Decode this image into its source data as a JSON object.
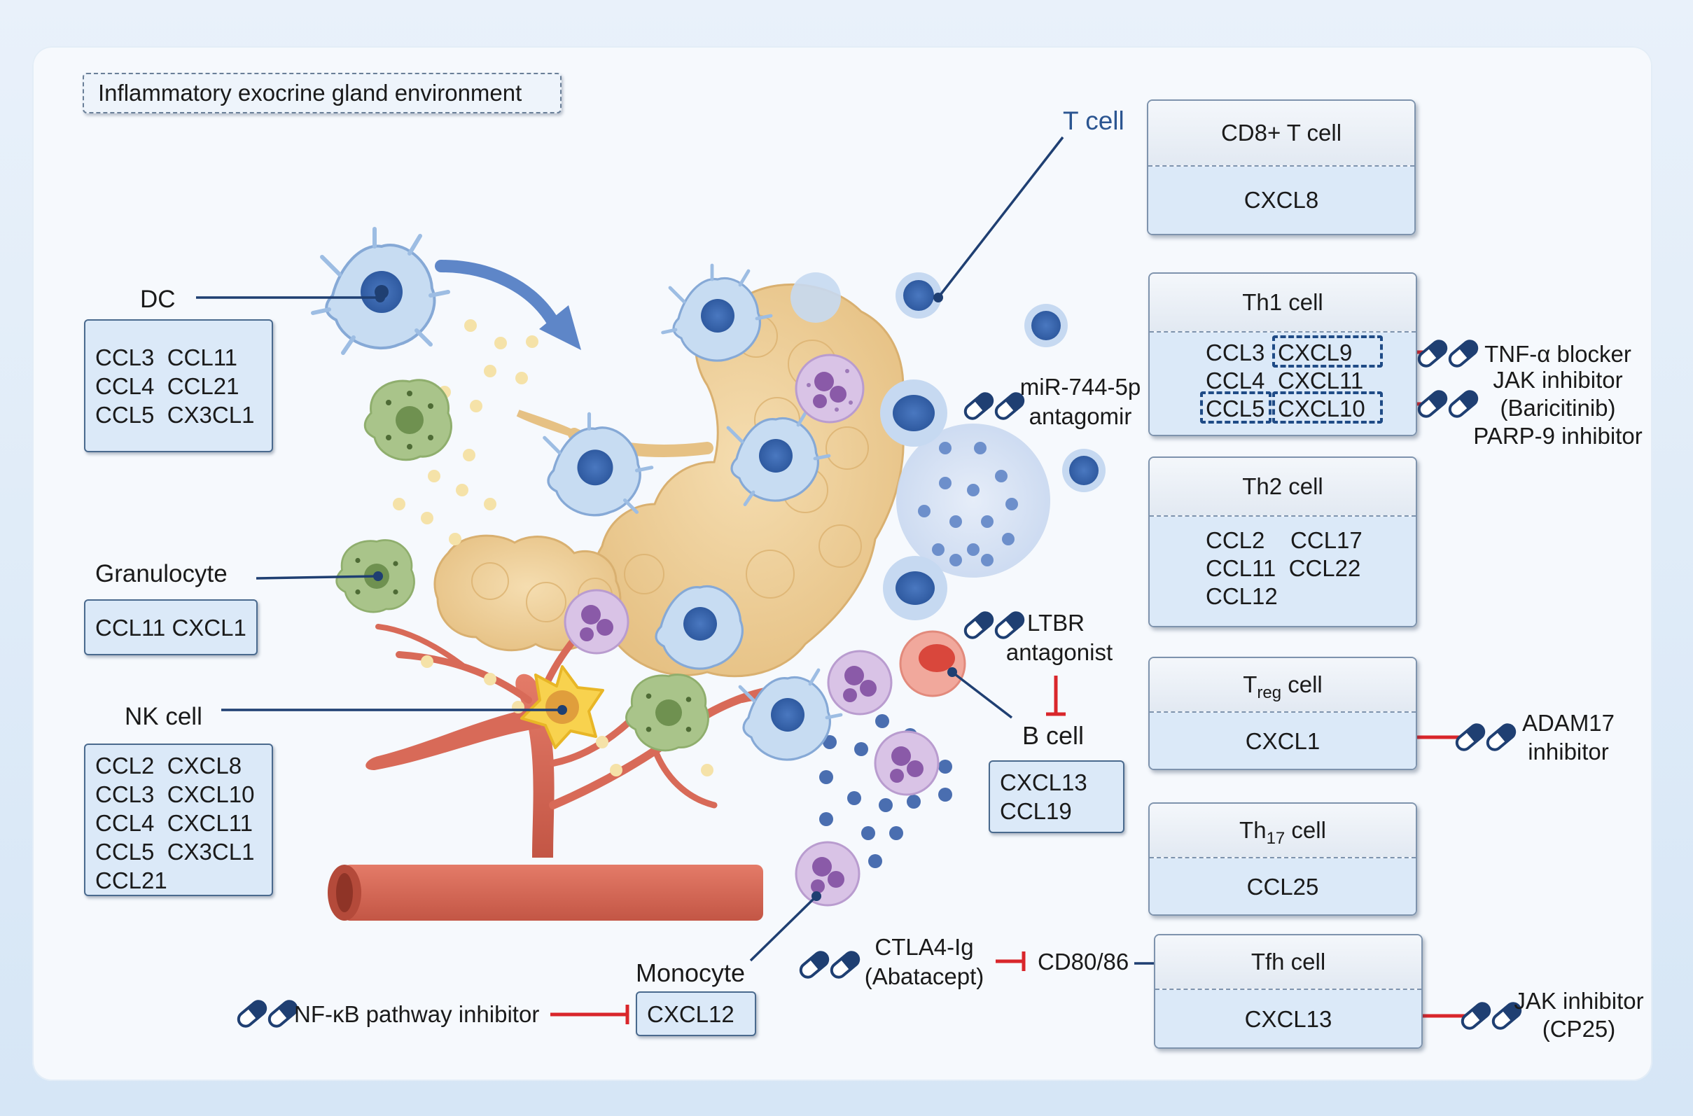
{
  "title": "Inflammatory exocrine gland environment",
  "colors": {
    "inhibit": "#d9262b",
    "line": "#1f3f72",
    "gland": "#efcf95",
    "vessel": "#d86a58",
    "box": "#dbe9f8"
  },
  "left_cells": {
    "dc": {
      "label": "DC",
      "chemokines": [
        "CCL3  CCL11",
        "CCL4  CCL21",
        "CCL5  CX3CL1"
      ]
    },
    "granulocyte": {
      "label": "Granulocyte",
      "chemokines": [
        "CCL11 CXCL1"
      ]
    },
    "nk": {
      "label": "NK cell",
      "chemokines": [
        "CCL2  CXCL8",
        "CCL3  CXCL10",
        "CCL4  CXCL11",
        "CCL5  CX3CL1",
        "CCL21"
      ]
    }
  },
  "t_cell_label": "T cell",
  "b_cell": {
    "label": "B cell",
    "chemokines": [
      "CXCL13",
      "CCL19"
    ]
  },
  "monocyte": {
    "label": "Monocyte",
    "chemokines": [
      "CXCL12"
    ]
  },
  "t_subsets": {
    "cd8": {
      "name": "CD8+ T cell",
      "chemokines": [
        "CXCL8"
      ]
    },
    "th1": {
      "name": "Th1 cell",
      "r1a": "CCL3",
      "r1b": "CXCL9",
      "r2a": "CCL4",
      "r2b": "CXCL11",
      "r3a": "CCL5",
      "r3b": "CXCL10"
    },
    "th2": {
      "name": "Th2 cell",
      "chemokines": [
        "CCL2    CCL17",
        "CCL11  CCL22",
        "CCL12"
      ]
    },
    "treg": {
      "name_main": "T",
      "name_sub": "reg",
      "name_rest": " cell",
      "chemokines": [
        "CXCL1"
      ]
    },
    "th17": {
      "name_main": "Th",
      "name_sub": "17",
      "name_rest": " cell",
      "chemokines": [
        "CCL25"
      ]
    },
    "tfh": {
      "name": "Tfh cell",
      "chemokines": [
        "CXCL13"
      ]
    }
  },
  "drugs": {
    "tnf": "TNF-α blocker",
    "jak1": "JAK inhibitor",
    "baricitinib": "(Baricitinib)",
    "parp9": "PARP-9 inhibitor",
    "mir_l1": "miR-744-5p",
    "mir_l2": "antagomir",
    "ltbr_l1": "LTBR",
    "ltbr_l2": "antagonist",
    "adam_l1": "ADAM17",
    "adam_l2": "inhibitor",
    "ctla_l1": "CTLA4-Ig",
    "ctla_l2": "(Abatacept)",
    "cd80": "CD80/86",
    "nfkb": "NF-κB pathway inhibitor",
    "jak2_l1": "JAK inhibitor",
    "jak2_l2": "(CP25)"
  },
  "icons": [
    "pill-capsule-icon",
    "curved-arrow-icon",
    "inhibition-arrow-icon"
  ]
}
